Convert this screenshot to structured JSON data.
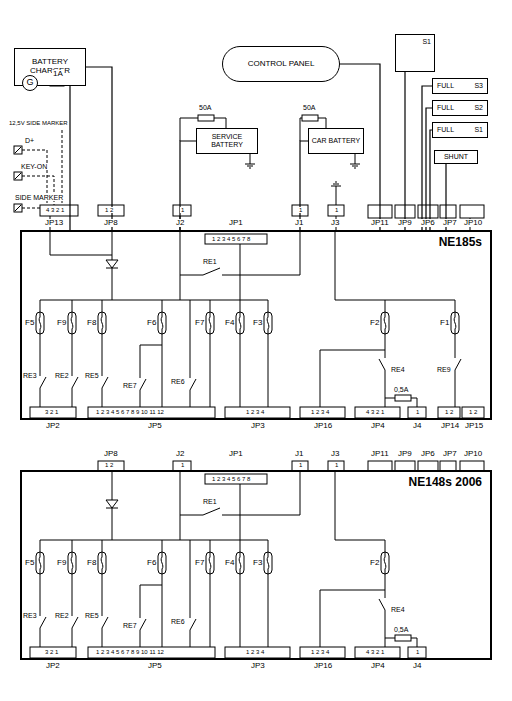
{
  "diagram": {
    "nodes": [
      {
        "text": [
          "BATTERY CHARGER"
        ]
      },
      {
        "text": [
          "G"
        ]
      },
      {
        "text": [
          "CONTROL PANEL"
        ]
      },
      {
        "text": [
          "S1"
        ]
      },
      {
        "text": [
          "FULL",
          "S3"
        ]
      },
      {
        "text": [
          "FULL",
          "S2"
        ]
      },
      {
        "text": [
          "FULL",
          "S1"
        ]
      },
      {
        "text": [
          "SHUNT"
        ]
      },
      {
        "text": [
          "SERVICE BATTERY"
        ]
      },
      {
        "text": [
          "CAR BATTERY"
        ]
      },
      {
        "text": [
          "NE185s"
        ]
      },
      {
        "text": [
          "NE148s 2006"
        ]
      }
    ],
    "edges": [
      {
        "from": 0,
        "to": 10,
        "arrow": "none"
      },
      {
        "from": 1,
        "to": 10,
        "arrow": "none"
      },
      {
        "from": 8,
        "to": 10,
        "arrow": "none"
      },
      {
        "from": 9,
        "to": 10,
        "arrow": "none"
      },
      {
        "from": 2,
        "to": 10,
        "arrow": "none"
      },
      {
        "from": 3,
        "to": 10,
        "arrow": "none"
      },
      {
        "from": 4,
        "to": 10,
        "arrow": "none"
      },
      {
        "from": 5,
        "to": 10,
        "arrow": "none"
      },
      {
        "from": 6,
        "to": 10,
        "arrow": "none"
      },
      {
        "from": 7,
        "to": 10,
        "arrow": "none"
      }
    ],
    "labels": [
      "1A",
      "12,5V SIDE MARKER",
      "D+",
      "KEY-ON",
      "SIDE MARKER",
      "50A",
      "50A",
      "4 3 2 1",
      "JP13",
      "1 2",
      "JP8",
      "1",
      "J2",
      "JP1",
      "1 2 3 4 5 6 7 8",
      "1",
      "J1",
      "1",
      "J3",
      "JP11",
      "JP9",
      "JP6",
      "JP7",
      "JP10",
      "RE1",
      "F5",
      "F9",
      "F8",
      "F6",
      "F7",
      "F4",
      "F3",
      "F2",
      "F1",
      "RE3",
      "RE2",
      "RE5",
      "RE7",
      "RE6",
      "RE4",
      "RE9",
      "0,5A",
      "3 2 1",
      "JP2",
      "1 2 3 4 5 6 7 8 9 10 11 12",
      "JP5",
      "1 2 3 4",
      "JP3",
      "1 2 3 4",
      "JP16",
      "4 3 2 1",
      "JP4",
      "1",
      "J4",
      "1 2",
      "JP14",
      "1 2",
      "JP15",
      "JP8",
      "1 2",
      "J2",
      "1",
      "JP1",
      "1 2 3 4 5 6 7 8",
      "J1",
      "1",
      "J3",
      "1",
      "JP11",
      "JP9",
      "JP6",
      "JP7",
      "JP10",
      "RE1",
      "F5",
      "F9",
      "F8",
      "F6",
      "F7",
      "F4",
      "F3",
      "F2",
      "RE3",
      "RE2",
      "RE5",
      "RE7",
      "RE6",
      "RE4",
      "0,5A",
      "3 2 1",
      "JP2",
      "1 2 3 4 5 6 7 8 9 10 11 12",
      "JP5",
      "1 2 3 4",
      "JP3",
      "1 2 3 4",
      "JP16",
      "4 3 2 1",
      "JP4",
      "1",
      "J4"
    ]
  }
}
